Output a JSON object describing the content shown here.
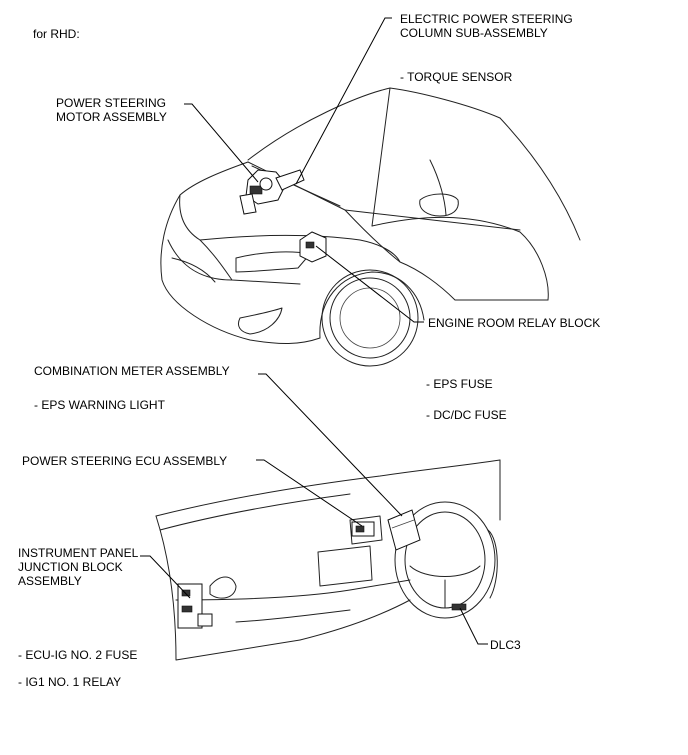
{
  "diagram": {
    "variant_label": "for RHD:",
    "labels": {
      "eps_column": [
        "ELECTRIC POWER STEERING",
        "COLUMN SUB-ASSEMBLY"
      ],
      "torque_sensor": "- TORQUE SENSOR",
      "ps_motor": [
        "POWER STEERING",
        "MOTOR ASSEMBLY"
      ],
      "engine_room_relay": "ENGINE ROOM RELAY BLOCK",
      "combination_meter": "COMBINATION METER ASSEMBLY",
      "eps_warning_light": "- EPS WARNING LIGHT",
      "eps_fuse": "- EPS FUSE",
      "dcdc_fuse": "- DC/DC FUSE",
      "ps_ecu": "POWER STEERING ECU ASSEMBLY",
      "ip_junction": [
        "INSTRUMENT PANEL",
        "JUNCTION BLOCK",
        "ASSEMBLY"
      ],
      "ecu_ig_fuse": "- ECU-IG NO. 2 FUSE",
      "ig1_relay": "- IG1 NO. 1 RELAY",
      "dlc3": "DLC3"
    }
  }
}
